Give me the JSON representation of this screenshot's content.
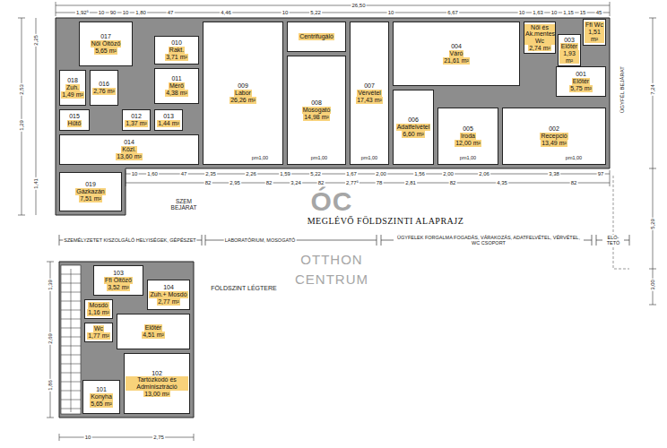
{
  "diagram": {
    "title": "MEGLÉVŐ FÖLDSZINTI ALAPRAJZ",
    "nodes": [
      {
        "text": [
          "017",
          "Női Öltöző",
          "5,65 m²"
        ]
      },
      {
        "text": [
          "010",
          "Rakt.",
          "3,71 m²"
        ]
      },
      {
        "text": [
          "009",
          "Labor",
          "26,26 m²"
        ]
      },
      {
        "text": [
          "Centrifugáló"
        ]
      },
      {
        "text": [
          "008",
          "Mosogató",
          "14,98 m²"
        ]
      },
      {
        "text": [
          "007",
          "Vérvétel",
          "17,43 m²"
        ]
      },
      {
        "text": [
          "004",
          "Váró",
          "21,61 m²"
        ]
      },
      {
        "text": [
          "Női és Ak.mentes Wc",
          "2,74 m²"
        ]
      },
      {
        "text": [
          "003",
          "Előtér",
          "1,93 m²"
        ]
      },
      {
        "text": [
          "Ffi Wc",
          "1,51 m²"
        ]
      },
      {
        "text": [
          "001",
          "Előtér",
          "5,75 m²"
        ]
      },
      {
        "text": [
          "006",
          "Adatfelvétel",
          "6,60 m²"
        ]
      },
      {
        "text": [
          "005",
          "Iroda",
          "12,00 m²"
        ]
      },
      {
        "text": [
          "002",
          "Recepció",
          "13,49 m²"
        ]
      },
      {
        "text": [
          "011",
          "Mérő",
          "4,38 m²"
        ]
      },
      {
        "text": [
          "018",
          "Zuh.",
          "1,49 m²"
        ]
      },
      {
        "text": [
          "016",
          "2,76 m²"
        ]
      },
      {
        "text": [
          "015",
          "Hűtő"
        ]
      },
      {
        "text": [
          "012",
          "1,37 m²"
        ]
      },
      {
        "text": [
          "013",
          "1,44 m²"
        ]
      },
      {
        "text": [
          "014",
          "Közl.",
          "13,60 m²"
        ]
      },
      {
        "text": [
          "019",
          "Gázkazán",
          "7,51 m²"
        ]
      },
      {
        "text": [
          "103",
          "Ffi Öltöző",
          "3,52 m²"
        ]
      },
      {
        "text": [
          "104",
          "Zuh.+ Mosdó",
          "2,77 m²"
        ]
      },
      {
        "text": [
          "Mosdó",
          "1,16 m²"
        ]
      },
      {
        "text": [
          "Wc",
          "1,77 m²"
        ]
      },
      {
        "text": [
          "Előtér",
          "4,51 m²"
        ]
      },
      {
        "text": [
          "102",
          "Tartózkodó és Adminisztráció",
          "13,00 m²"
        ]
      },
      {
        "text": [
          "101",
          "Konyha",
          "5,65 m²"
        ]
      }
    ],
    "labels": [
      "26,50",
      "1,92⁵",
      "10",
      "90",
      "10",
      "1,80",
      "47",
      "4,46",
      "10",
      "5,22",
      "10",
      "6,67",
      "10",
      "1,63",
      "10",
      "1,15",
      "15",
      "45",
      "10",
      "1,60",
      "47",
      "2,35",
      "2,26",
      "1,59",
      "5,22",
      "1,67",
      "2,00",
      "1,56",
      "2,00",
      "2,06",
      "3,38",
      "97",
      "82",
      "2,95",
      "82",
      "3,24",
      "82",
      "2,77⁵",
      "78",
      "2,81",
      "82",
      "4,35",
      "82",
      "SZEM BEJÁRAT",
      "SZEMÉLYZETET KISZOLGÁLÓ HELYISÉGEK, GÉPÉSZET",
      "LABORATÓRIUM, MOSOGATÓ",
      "ÜGYFELEK FORGALMA FOGADÁS, VÁRAKOZÁS, ADATFELVÉTEL, VÉRVÉTEL, WC CSOPORT",
      "ELŐ-TETŐ",
      "ÜGYFÉL BEJÁRAT",
      "7,24",
      "5,29",
      "3,00",
      "pm1,00",
      "pm1,00",
      "pm1,00",
      "pm1,00",
      "pm1,00",
      "2,25",
      "2,53",
      "1,29",
      "1,41",
      "FÖLDSZINT LÉGTERE",
      "1,39",
      "2,69",
      "1,86",
      "10",
      "2,75",
      "ÓC",
      "OTTHON",
      "CENTRUM"
    ]
  }
}
